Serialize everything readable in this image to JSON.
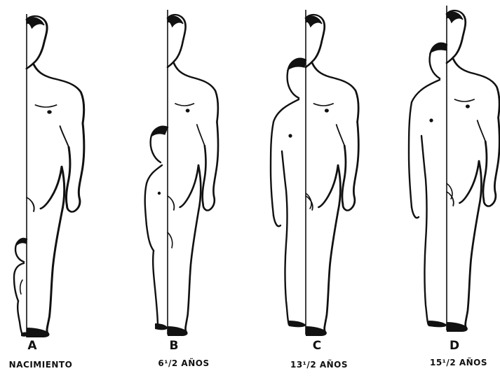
{
  "panels": [
    {
      "letter": "A",
      "caption": "NACIMIENTO"
    },
    {
      "letter": "B",
      "caption": "6¹/2 AÑOS"
    },
    {
      "letter": "C",
      "caption": "13¹/2 AÑOS"
    },
    {
      "letter": "D",
      "caption": "15¹/2 AÑOS"
    }
  ],
  "colors": {
    "ink": "#111111",
    "background": "#ffffff"
  }
}
